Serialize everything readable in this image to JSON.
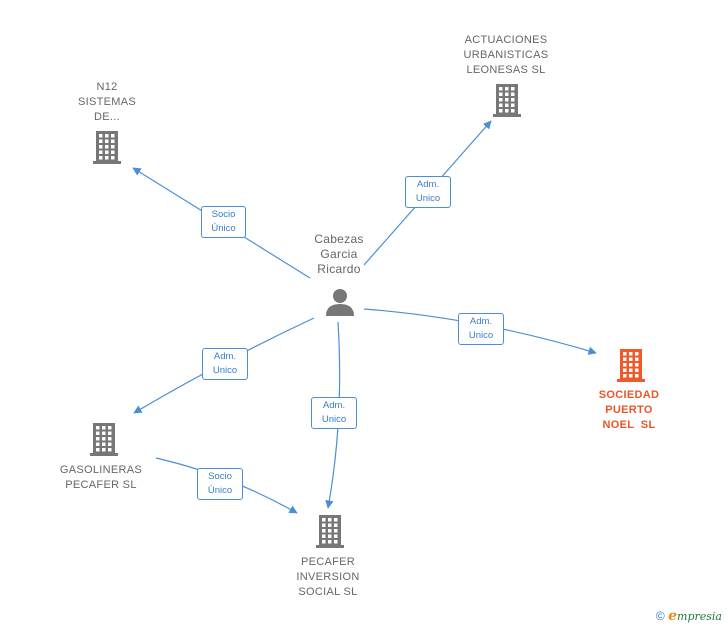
{
  "colors": {
    "edge": "#4a8fd6",
    "company": "#777777",
    "highlight": "#f05a2a",
    "person": "#777777"
  },
  "center": {
    "name_lines": [
      "Cabezas",
      "Garcia",
      "Ricardo"
    ],
    "icon": "person-icon"
  },
  "nodes": {
    "n12": {
      "name_lines": [
        "N12",
        "SISTEMAS",
        "DE..."
      ],
      "icon": "building-icon"
    },
    "actuaciones": {
      "name_lines": [
        "ACTUACIONES",
        "URBANISTICAS",
        "LEONESAS SL"
      ],
      "icon": "building-icon"
    },
    "sociedad": {
      "name_lines": [
        "SOCIEDAD",
        "PUERTO",
        "NOEL  SL"
      ],
      "icon": "building-icon",
      "highlight": true
    },
    "gasolineras": {
      "name_lines": [
        "GASOLINERAS",
        "PECAFER SL"
      ],
      "icon": "building-icon"
    },
    "pecafer": {
      "name_lines": [
        "PECAFER",
        "INVERSION",
        "SOCIAL SL"
      ],
      "icon": "building-icon"
    }
  },
  "edges": {
    "to_n12": [
      "Socio",
      "Único"
    ],
    "to_actuaciones": [
      "Adm.",
      "Unico"
    ],
    "to_sociedad": [
      "Adm.",
      "Unico"
    ],
    "to_gasolineras": [
      "Adm.",
      "Unico"
    ],
    "to_pecafer": [
      "Adm.",
      "Unico"
    ],
    "gasolineras_to_pecafer": [
      "Socio",
      "Único"
    ]
  },
  "footer": {
    "copyright": "©",
    "brand_initial": "e",
    "brand_rest": "mpresia"
  }
}
